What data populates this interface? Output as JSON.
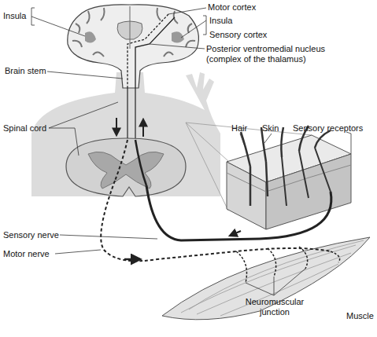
{
  "diagram": {
    "labels": [
      "Insula",
      "Motor cortex",
      "Insula",
      "Sensory cortex",
      "Posterior ventromedial nucleus (complex of the thalamus)",
      "Brain stem",
      "Spinal cord",
      "Hair",
      "Skin",
      "Sensory receptors",
      "Sensory nerve",
      "Motor nerve",
      "Neuromuscular junction",
      "Muscle"
    ]
  }
}
